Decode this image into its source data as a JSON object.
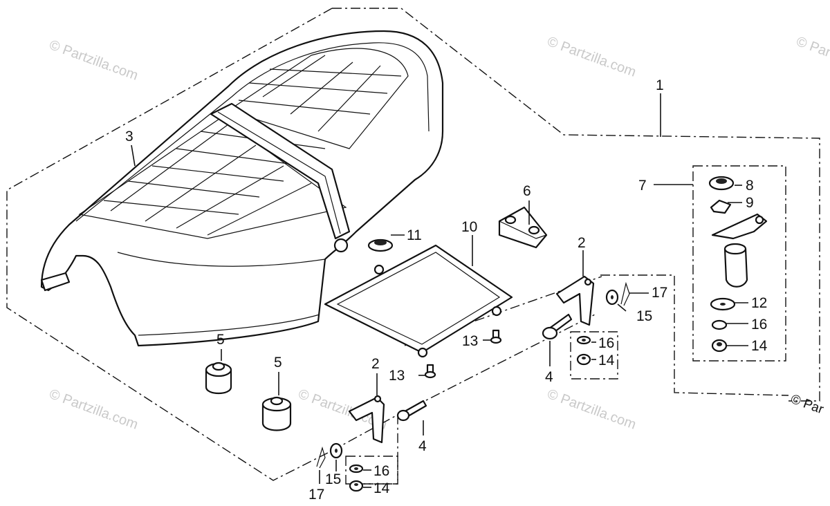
{
  "watermark": "© Partzilla.com",
  "edge_label": "© Par",
  "callouts": {
    "n1": "1",
    "n2a": "2",
    "n2b": "2",
    "n3": "3",
    "n4a": "4",
    "n4b": "4",
    "n5a": "5",
    "n5b": "5",
    "n6": "6",
    "n7": "7",
    "n8": "8",
    "n9": "9",
    "n10": "10",
    "n11": "11",
    "n12": "12",
    "n13a": "13",
    "n13b": "13",
    "n14a": "14",
    "n14b": "14",
    "n14c": "14",
    "n15a": "15",
    "n15b": "15",
    "n16a": "16",
    "n16b": "16",
    "n16c": "16",
    "n17a": "17",
    "n17b": "17"
  }
}
